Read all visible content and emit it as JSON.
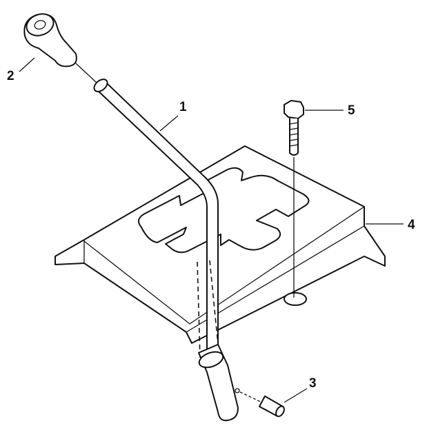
{
  "diagram": {
    "callouts": [
      {
        "number": "1",
        "part": "shift-lever"
      },
      {
        "number": "2",
        "part": "knob"
      },
      {
        "number": "3",
        "part": "pin"
      },
      {
        "number": "4",
        "part": "shift-plate"
      },
      {
        "number": "5",
        "part": "bolt"
      }
    ],
    "colors": {
      "line": "#111111",
      "background": "#ffffff"
    }
  }
}
